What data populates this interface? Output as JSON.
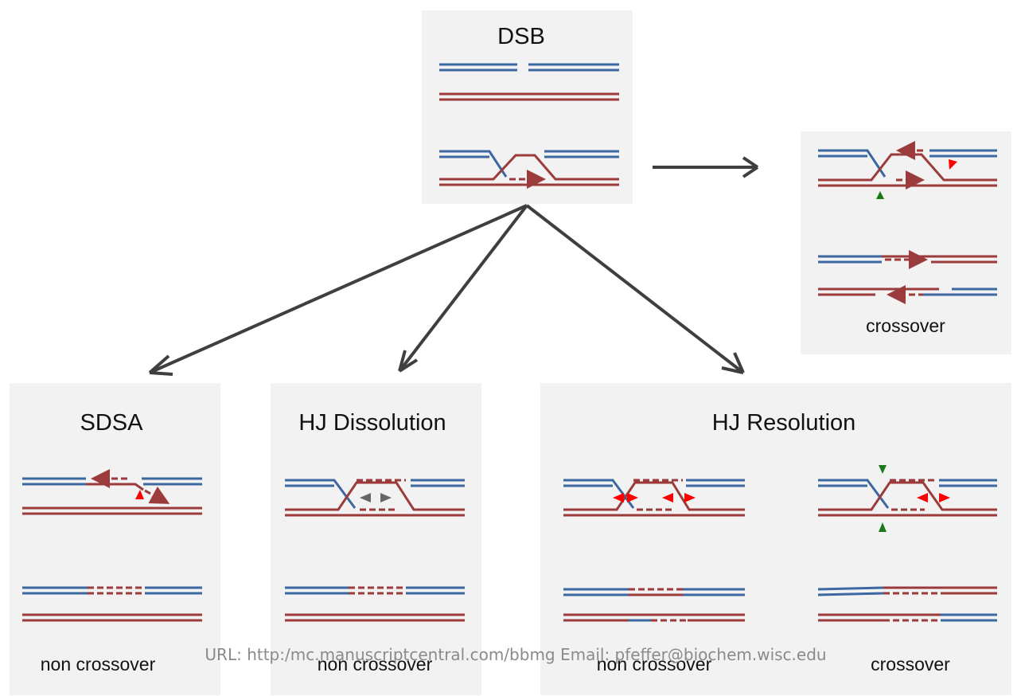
{
  "colors": {
    "strand_blue": "#3c67a0",
    "strand_red": "#9b3b3b",
    "panel_bg": "#f2f2f2",
    "arrow": "#3f3f3f",
    "cut_red": "#ff0000",
    "cut_green": "#1a7a1a",
    "cut_gray": "#666666"
  },
  "panels": {
    "dsb": {
      "title": "DSB"
    },
    "crossover_top": {
      "label": "crossover"
    },
    "sdsa": {
      "title": "SDSA",
      "label": "non crossover"
    },
    "hj_dissolution": {
      "title": "HJ Dissolution",
      "label": "non crossover"
    },
    "hj_resolution": {
      "title": "HJ Resolution",
      "label_left": "non crossover",
      "label_right": "crossover"
    }
  },
  "footer": "URL: http:/mc.manuscriptcentral.com/bbmg  Email: pfeffer@biochem.wisc.edu"
}
